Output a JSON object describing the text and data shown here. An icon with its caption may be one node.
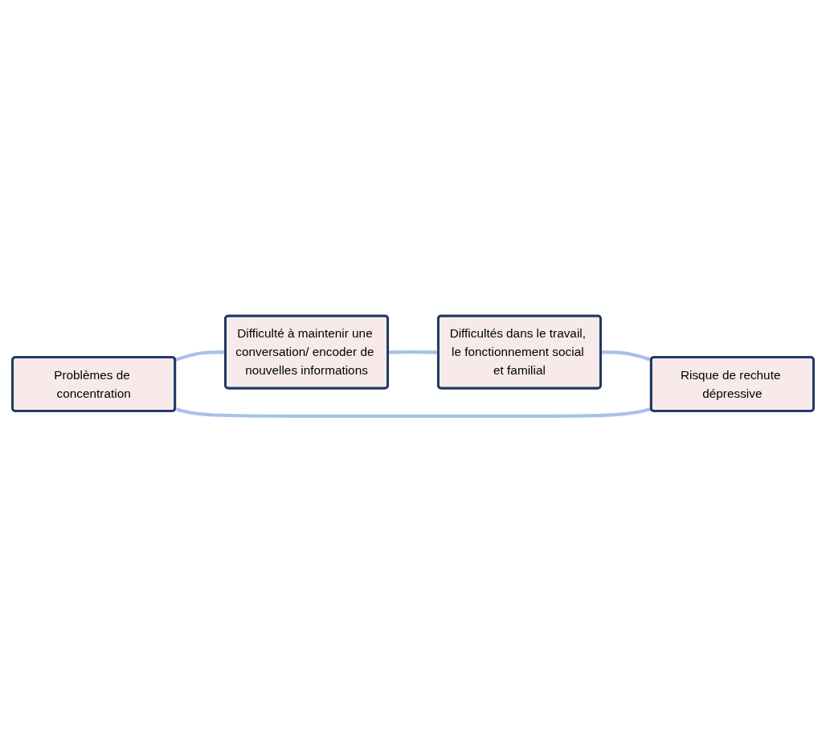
{
  "diagram": {
    "nodes": [
      {
        "text": [
          "Problèmes de concentration"
        ]
      },
      {
        "text": [
          "Difficulté à maintenir une conversation/ encoder de nouvelles informations"
        ]
      },
      {
        "text": [
          "Difficultés dans le travail, le fonctionnement social et familial"
        ]
      },
      {
        "text": [
          "Risque de rechute dépressive"
        ]
      }
    ],
    "edges": [
      {
        "from": 0,
        "to": 1,
        "arrow": "to"
      },
      {
        "from": 1,
        "to": 2,
        "arrow": "to"
      },
      {
        "from": 2,
        "to": 3,
        "arrow": "to"
      },
      {
        "from": 3,
        "to": 0,
        "arrow": "to"
      }
    ]
  }
}
